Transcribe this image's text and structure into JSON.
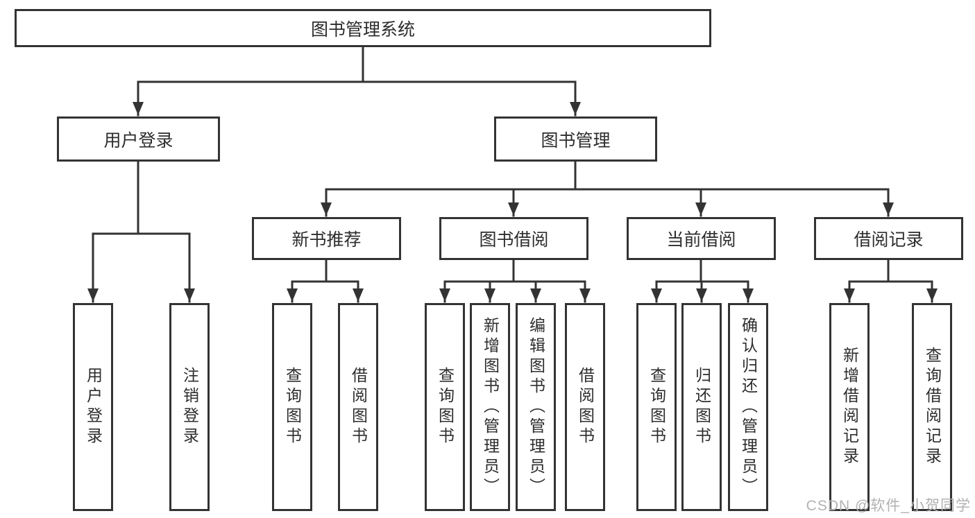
{
  "colors": {
    "line": "#333333",
    "box_border": "#333333",
    "text": "#2d2d2d",
    "background": "#ffffff",
    "watermark": "#b2b2b2"
  },
  "watermark": "CSDN @软件_小贺同学",
  "tree": {
    "root": "图书管理系统",
    "branches": [
      {
        "label": "用户登录",
        "children": [
          "用户登录",
          "注销登录"
        ]
      },
      {
        "label": "图书管理",
        "modules": [
          {
            "label": "新书推荐",
            "children": [
              "查询图书",
              "借阅图书"
            ]
          },
          {
            "label": "图书借阅",
            "children": [
              "查询图书",
              "新增图书（管理员）",
              "编辑图书（管理员）",
              "借阅图书"
            ]
          },
          {
            "label": "当前借阅",
            "children": [
              "查询图书",
              "归还图书",
              "确认归还（管理员）"
            ]
          },
          {
            "label": "借阅记录",
            "children": [
              "新增借阅记录",
              "查询借阅记录"
            ]
          }
        ]
      }
    ]
  }
}
